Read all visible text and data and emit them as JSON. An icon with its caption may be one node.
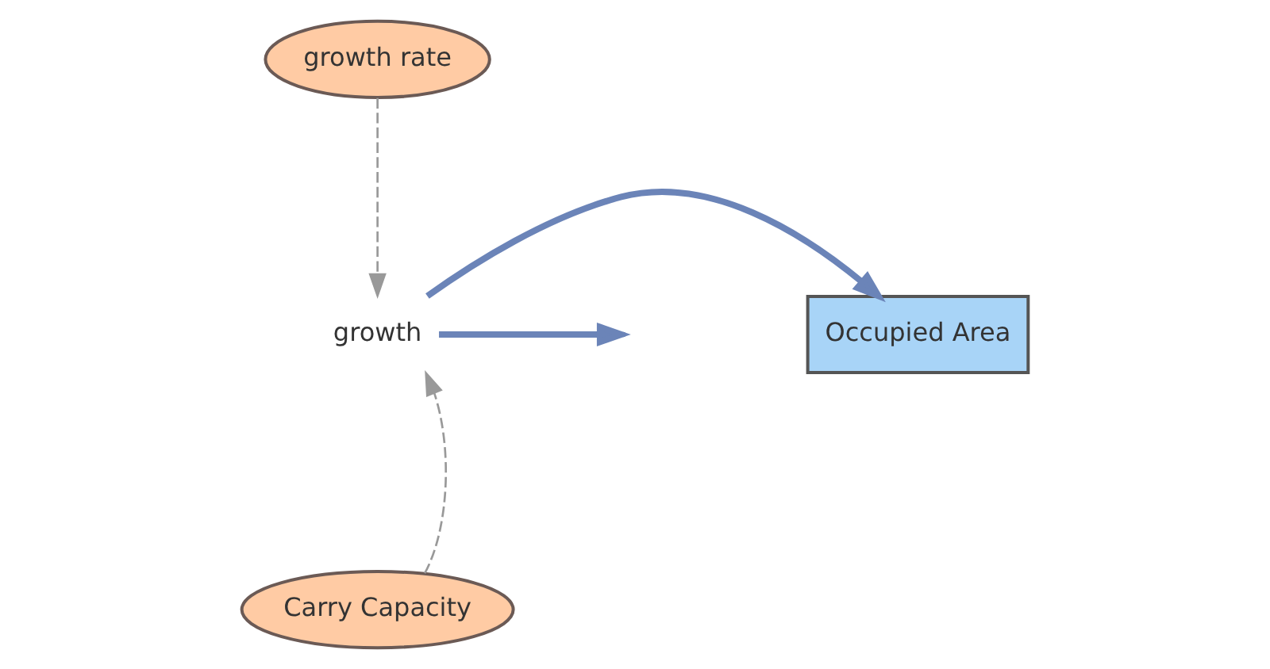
{
  "diagram": {
    "nodes": [
      {
        "text": [
          "growth rate"
        ]
      },
      {
        "text": [
          "growth"
        ]
      },
      {
        "text": [
          "Occupied Area"
        ]
      },
      {
        "text": [
          "Carry Capacity"
        ]
      }
    ],
    "edges": [
      {
        "from": 1,
        "to": null,
        "arrow": "to",
        "style": "thick",
        "color": "#6b84b8"
      },
      {
        "from": 1,
        "to": 2,
        "arrow": "to",
        "style": "thick",
        "color": "#6b84b8"
      },
      {
        "from": 0,
        "to": 1,
        "arrow": "to",
        "style": "dashed",
        "color": "#999999"
      },
      {
        "from": 3,
        "to": 1,
        "arrow": "to",
        "style": "dashed",
        "color": "#999999"
      }
    ]
  }
}
